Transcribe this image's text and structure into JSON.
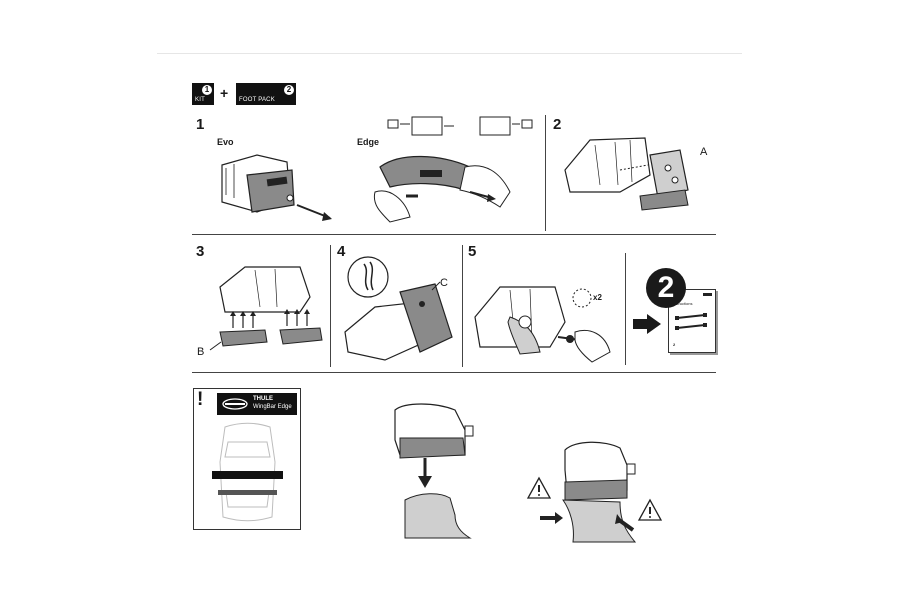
{
  "header": {
    "kit_badge": {
      "number": "1",
      "label": "KIT"
    },
    "plus": "+",
    "foot_pack_badge": {
      "number": "2",
      "label": "FOOT PACK"
    }
  },
  "steps": [
    {
      "number": "1",
      "labels": [
        "Evo",
        "Edge"
      ]
    },
    {
      "number": "2",
      "callout": "A"
    },
    {
      "number": "3",
      "callout": "B"
    },
    {
      "number": "4",
      "callout": "C"
    },
    {
      "number": "5",
      "note": "x2"
    },
    {
      "next_badge": "2",
      "card_title": "Instructions"
    }
  ],
  "warning": {
    "symbol": "!",
    "badge_line1": "THULE",
    "badge_line2": "WingBar Edge"
  },
  "colors": {
    "ink": "#1a1a1a",
    "fill_gray": "#cfcfcf",
    "dark_gray": "#8a8a8a"
  },
  "icons": [
    "warning-triangle-icon",
    "arrow-right-icon",
    "arrow-down-icon",
    "zoom-circle-icon"
  ]
}
